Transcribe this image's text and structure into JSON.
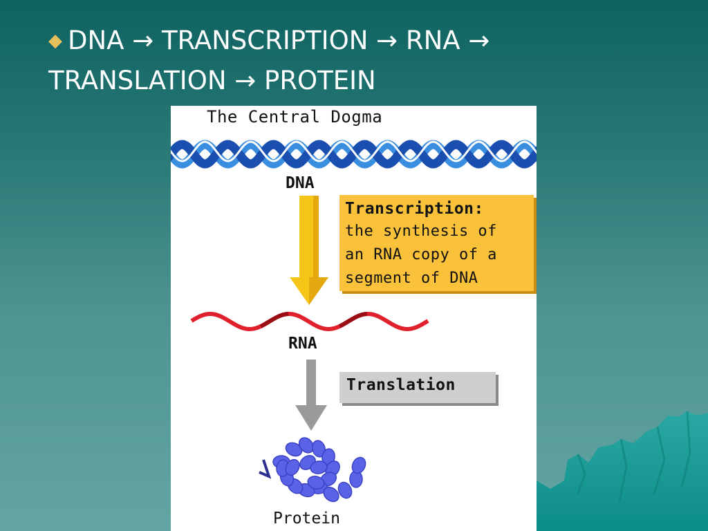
{
  "slide": {
    "bullet_text": "DNA → TRANSCRIPTION → RNA → TRANSLATION → PROTEIN"
  },
  "diagram": {
    "title": "The Central Dogma",
    "dna_label": "DNA",
    "rna_label": "RNA",
    "protein_label": "Protein",
    "transcription_title": "Transcription:",
    "transcription_desc": [
      "the synthesis of",
      "an RNA copy of a",
      "segment of DNA"
    ],
    "translation_label": "Translation"
  },
  "colors": {
    "dna_strand_light": "#3a8ee0",
    "dna_strand_dark": "#1a4fb0",
    "transcription_arrow": "#f5c518",
    "rna_strand_light": "#e0202a",
    "rna_strand_dark": "#9a0d14",
    "translation_arrow": "#9a9a9a",
    "protein": "#5a62e8",
    "bullet": "#e8c15a"
  },
  "icons": {
    "bullet": "diamond-bullet-icon",
    "dna": "dna-double-helix-icon",
    "rna": "rna-strand-icon",
    "protein": "protein-coil-icon"
  }
}
